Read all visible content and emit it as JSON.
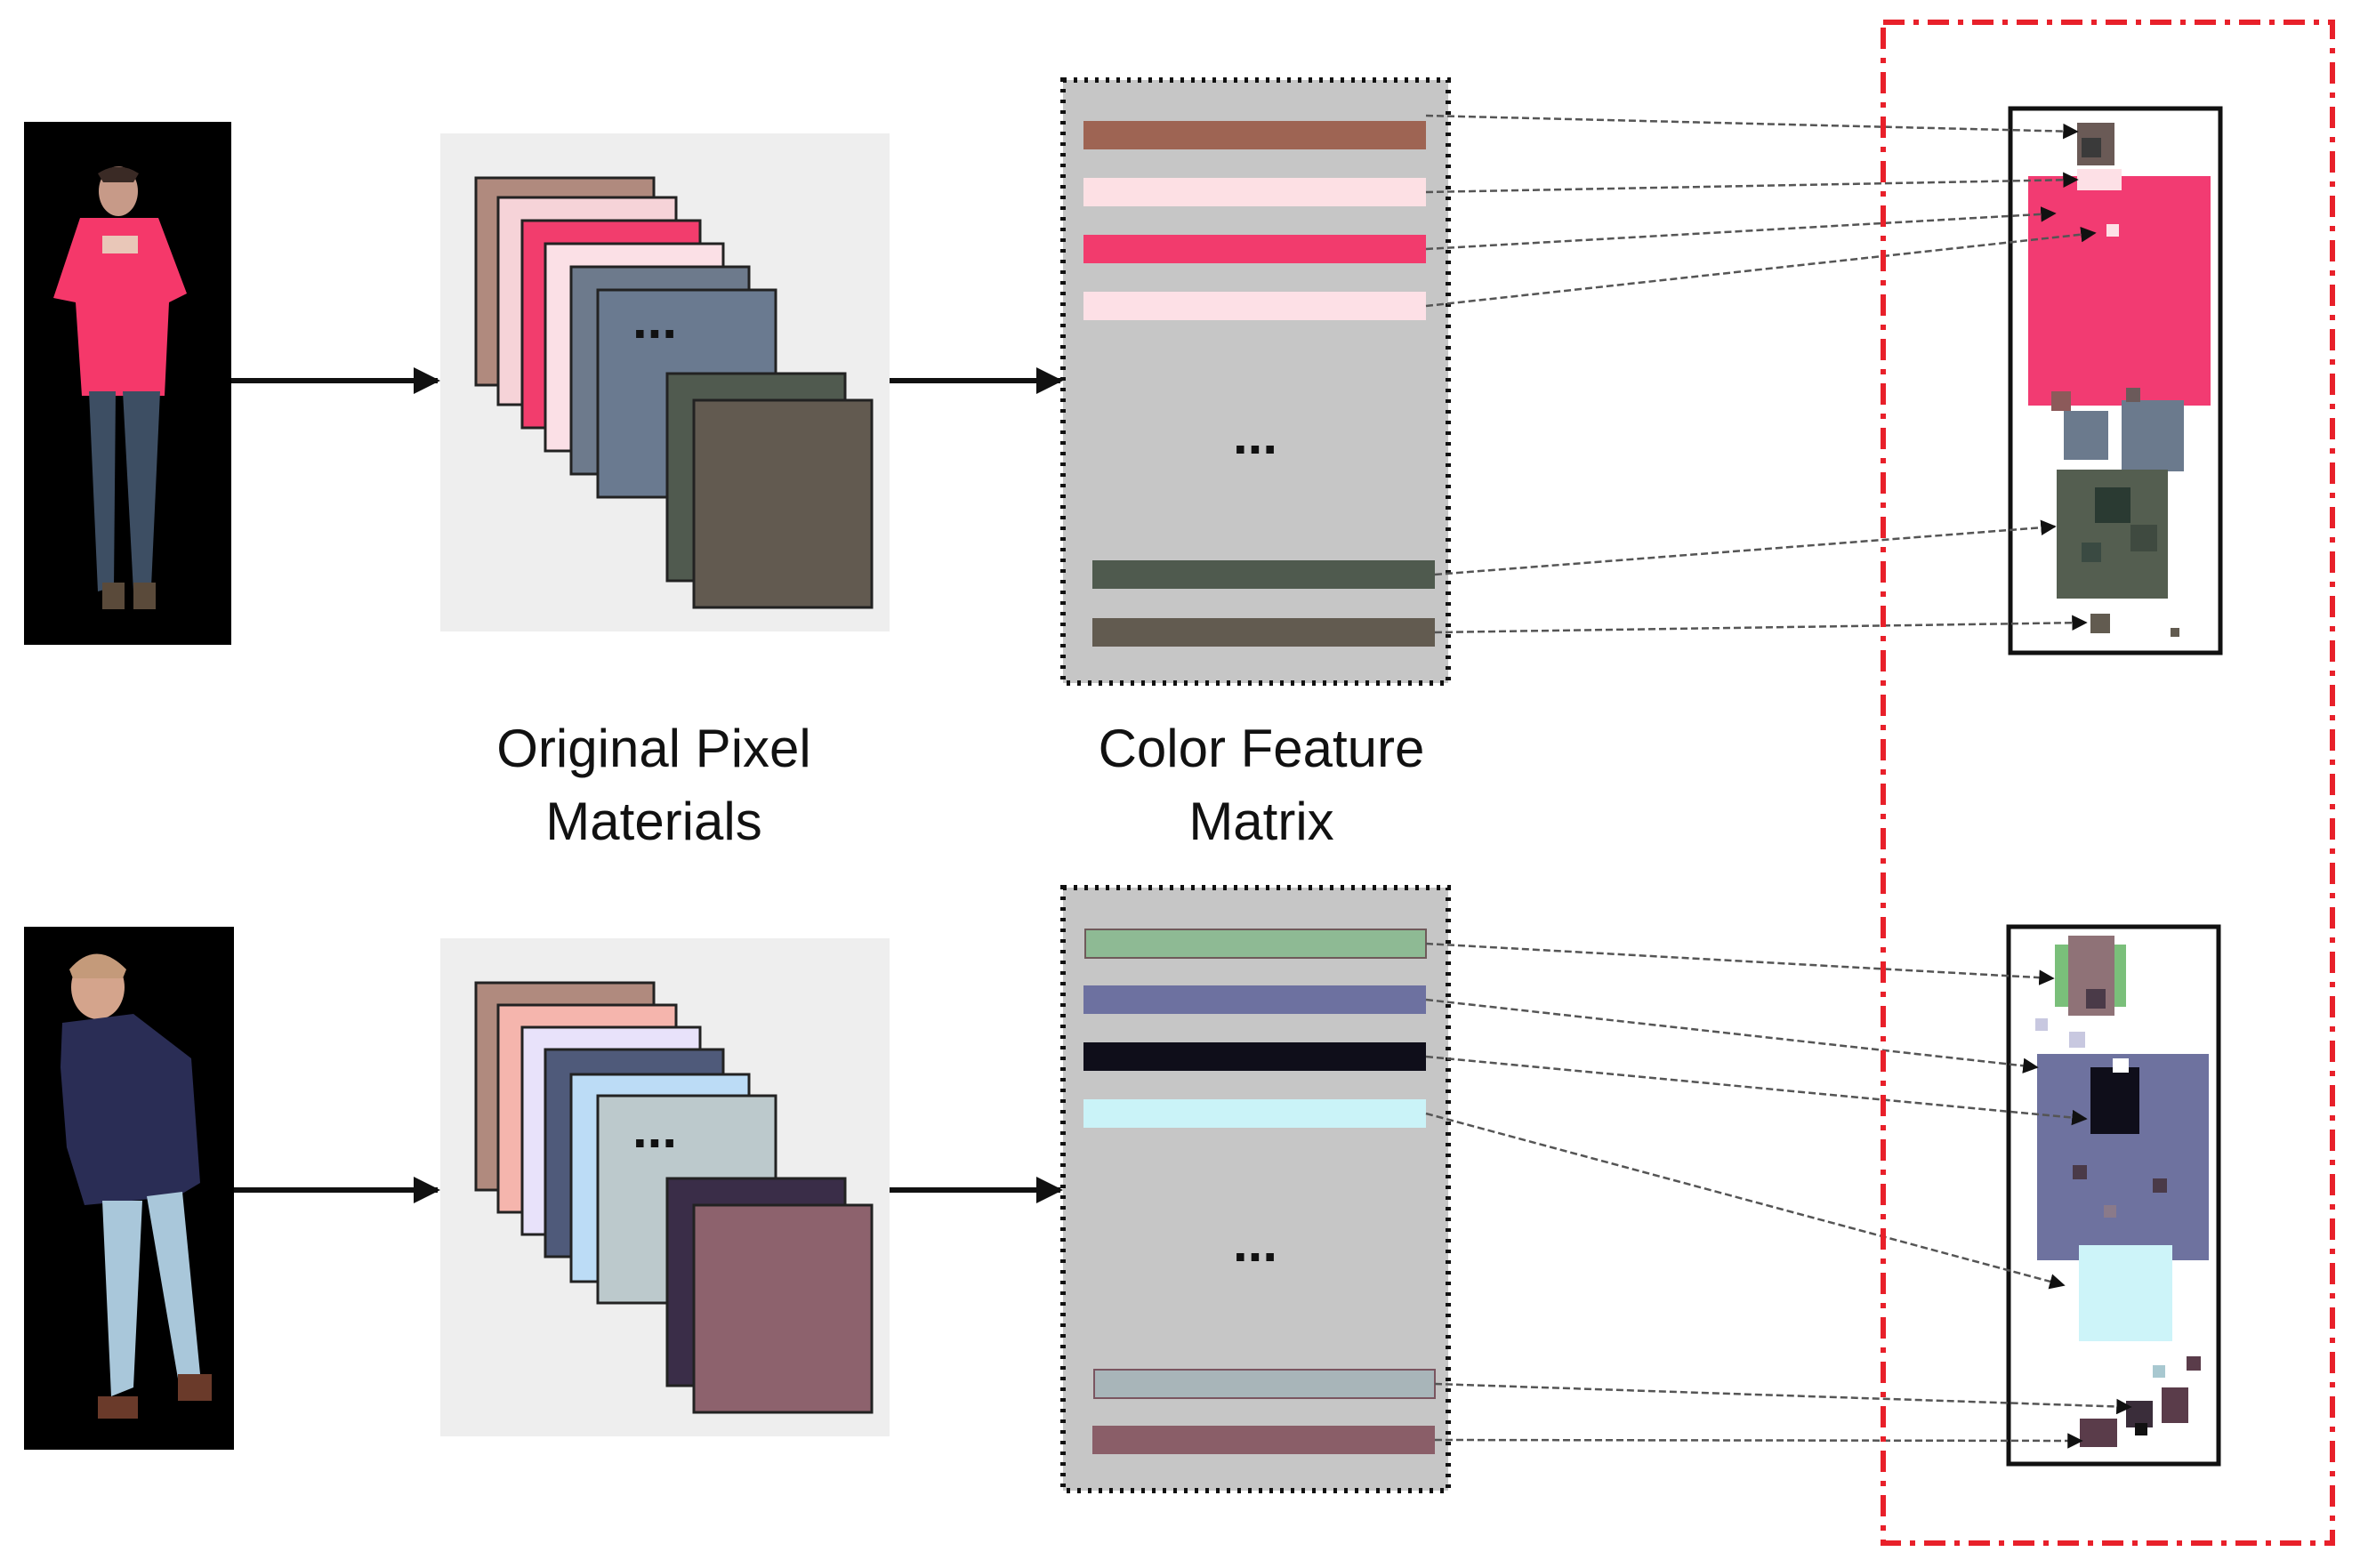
{
  "labels": {
    "pixel_line1": "Original Pixel",
    "pixel_line2": "Materials",
    "matrix_line1": "Color Feature",
    "matrix_line2": "Matrix",
    "ellipsis": "..."
  },
  "colors": {
    "panel_bg": "#eeeeee",
    "matrix_bg": "#c6c6c6",
    "dashed_box": "#e8202a",
    "photo_bg": "#000000"
  },
  "rows": [
    {
      "person": {
        "top": "#cc4a50",
        "body": "#f5386a",
        "legs": "#3d4e63",
        "shoes": "#5a4a3a",
        "skin": "#c79a88"
      },
      "layer_colors": [
        "#b08a7e",
        "#f6d3d8",
        "#f23d6d",
        "#fbe0e6",
        "#6d7a8c",
        "#6a7a90",
        "#505a4f",
        "#625a50"
      ],
      "feature_top_colors": [
        "#9e6453",
        "#fde0e4",
        "#f23b6d",
        "#fde0e6"
      ],
      "feature_bottom_colors": [
        "#4f5a4e",
        "#625b50"
      ],
      "cluster": {
        "head": "#6a5a56",
        "torso": "#f23b72",
        "legs": "#6b7a8d",
        "shoes": "#545e50",
        "accent": "#3a3a3a"
      }
    },
    {
      "person": {
        "top": "#c49a7a",
        "body": "#2a2d55",
        "legs": "#a9c7da",
        "shoes": "#6a3a2a",
        "skin": "#d4a48c"
      },
      "layer_colors": [
        "#b08a7e",
        "#f5b5ad",
        "#e8e2fa",
        "#4f5a7a",
        "#bcdcf6",
        "#bcc9cc",
        "#3a2d48",
        "#8d626d"
      ],
      "feature_top_colors": [
        "#8eba94",
        "#6d71a0",
        "#0f0e1a",
        "#caf3f8"
      ],
      "feature_bottom_colors": [
        "#a8b5b9",
        "#8a5e68"
      ],
      "cluster": {
        "head": "#8f7277",
        "torso": "#6e729f",
        "legs": "#cdf4f9",
        "shoes": "#5a3c4a",
        "accent": "#0f0e1a"
      }
    }
  ]
}
